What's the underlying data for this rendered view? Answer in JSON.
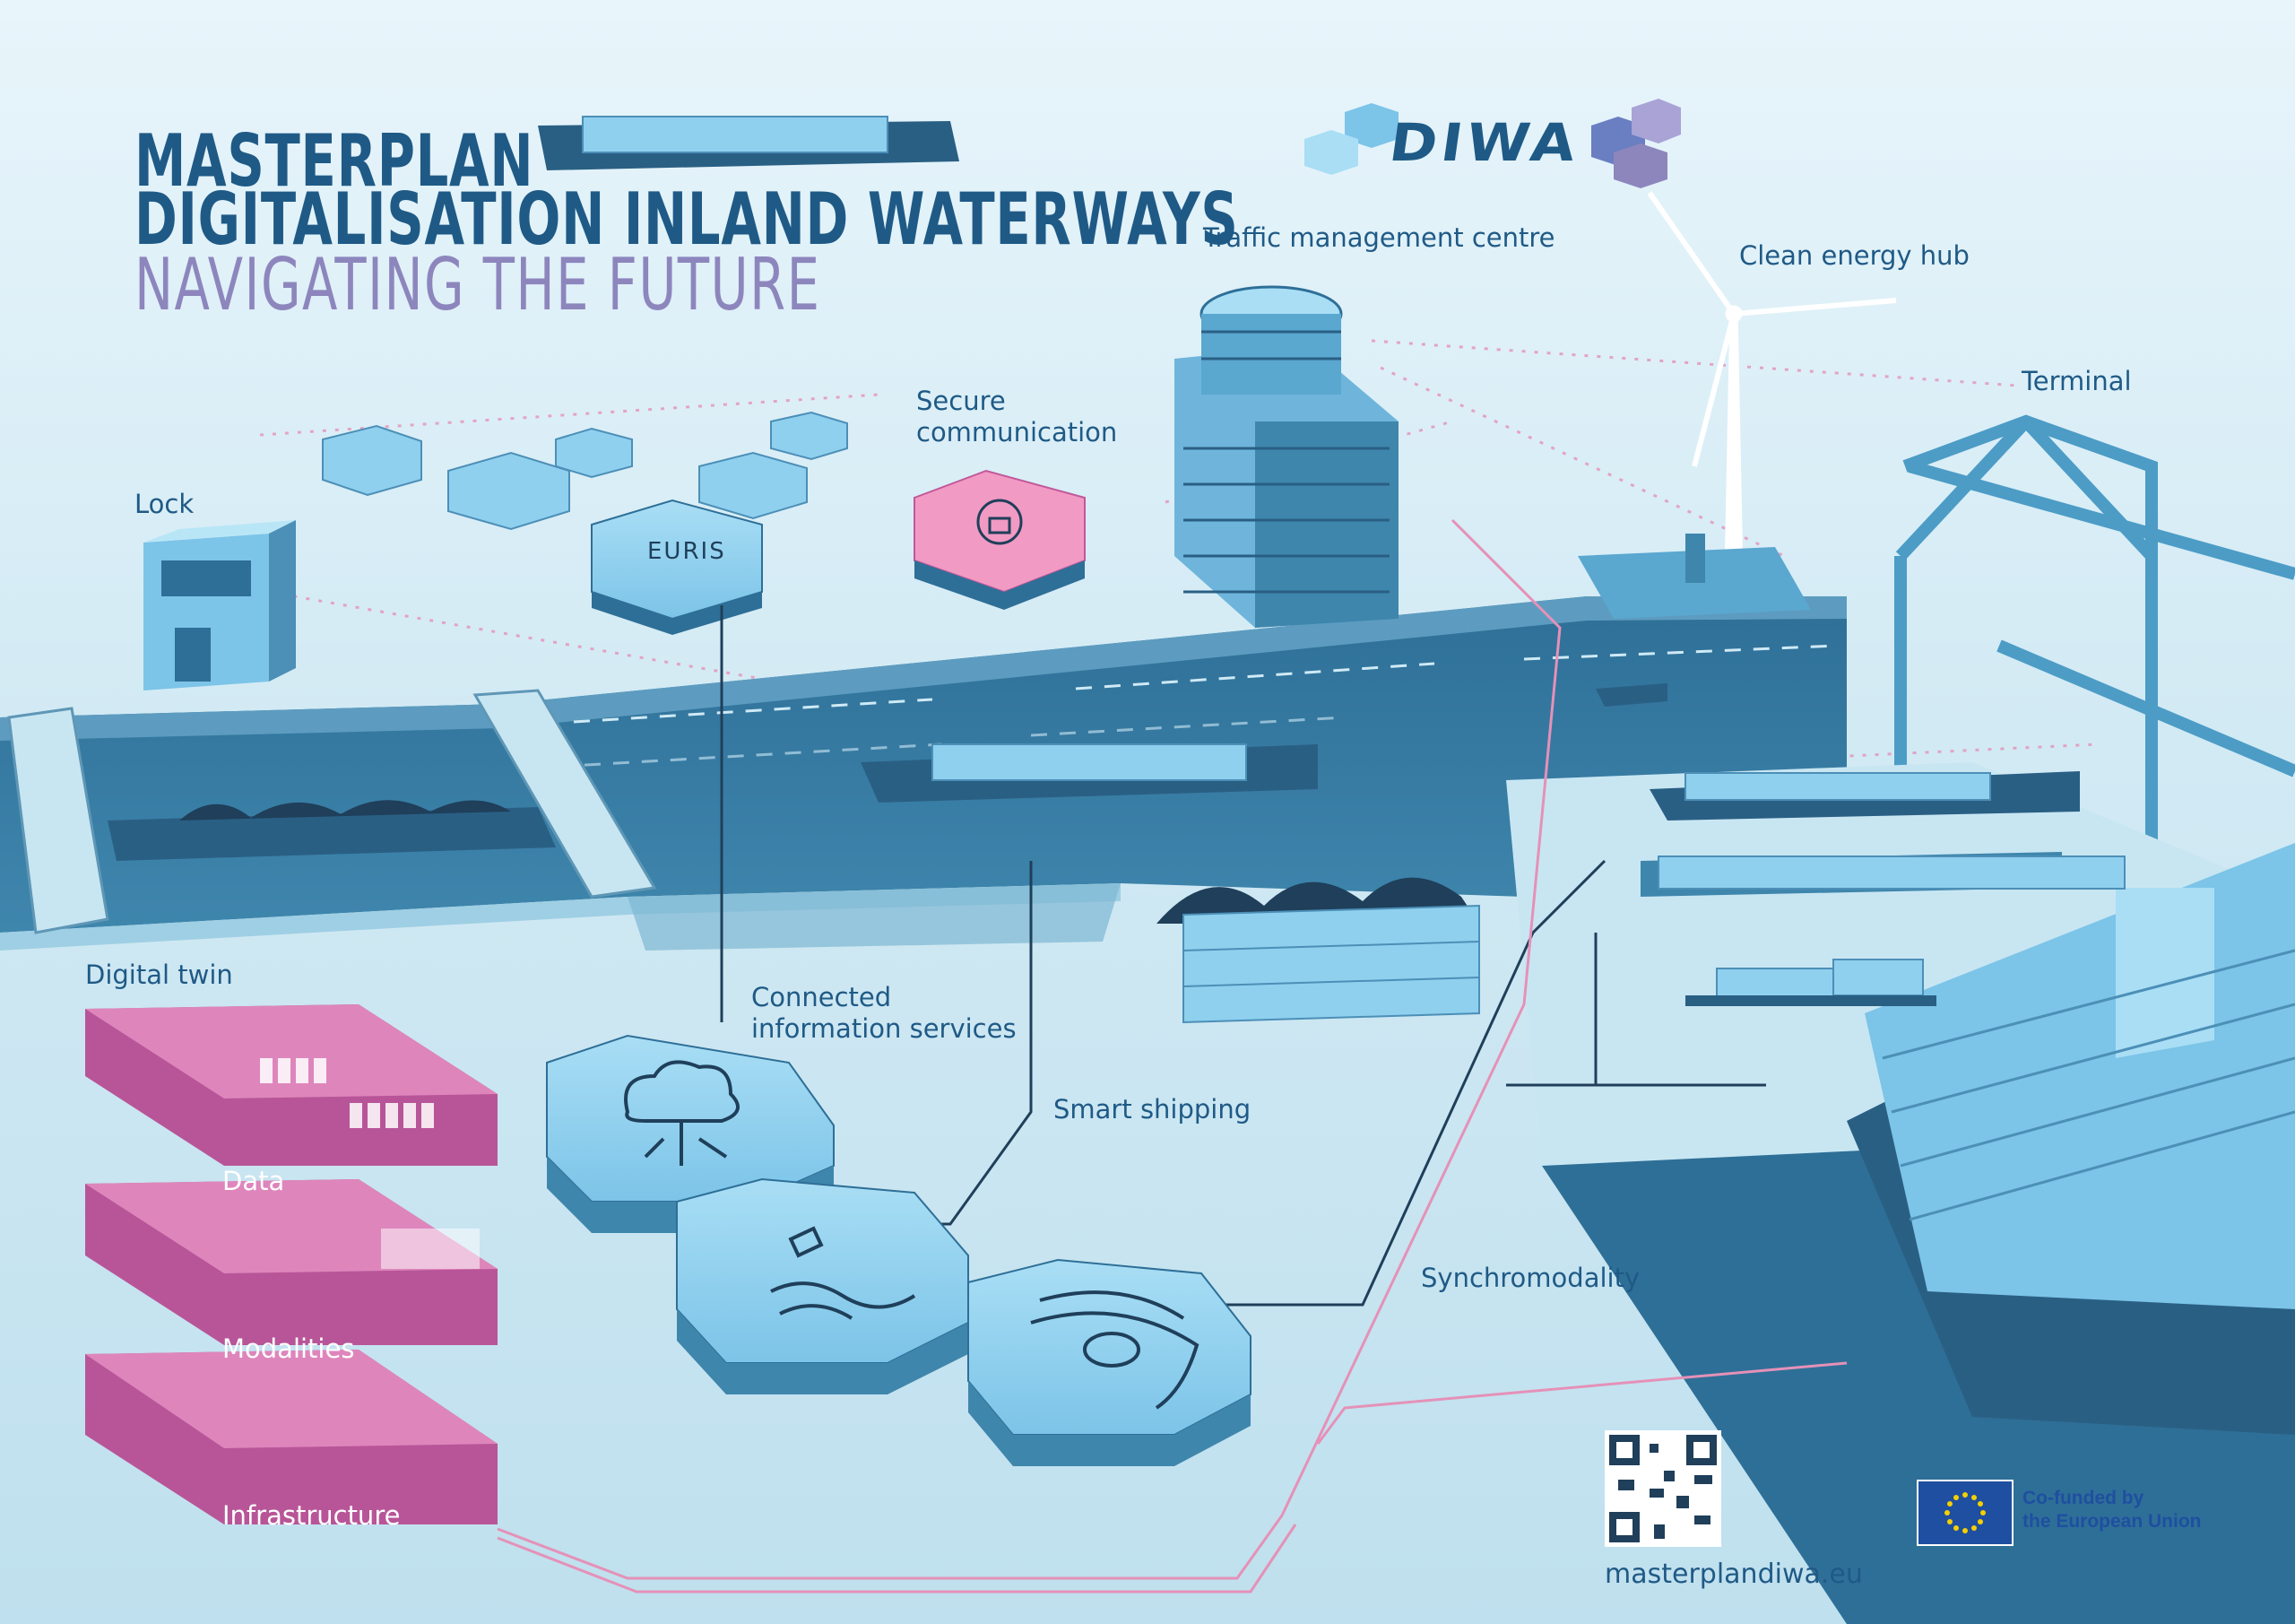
{
  "title": {
    "line1": "MASTERPLAN",
    "line2": "DIGITALISATION INLAND WATERWAYS",
    "line3": "NAVIGATING THE FUTURE"
  },
  "logo": {
    "text": "DIWA",
    "icon": "hexagon-dna-logo-icon"
  },
  "labels": {
    "lock": "Lock",
    "secure_communication_1": "Secure",
    "secure_communication_2": "communication",
    "traffic_management": "Traffic management centre",
    "clean_energy": "Clean energy hub",
    "terminal": "Terminal",
    "digital_twin": "Digital twin",
    "connected_info_1": "Connected",
    "connected_info_2": "information services",
    "smart_shipping": "Smart shipping",
    "synchromodality": "Synchromodality"
  },
  "euris": {
    "text": "EURIS"
  },
  "digital_twin_layers": [
    {
      "label": "Data"
    },
    {
      "label": "Modalities"
    },
    {
      "label": "Infrastructure"
    }
  ],
  "footer": {
    "url": "masterplandiwa.eu",
    "eu_line1": "Co-funded by",
    "eu_line2": "the European Union",
    "qr_icon": "qr-code-icon"
  },
  "colors": {
    "navy": "#1f5a86",
    "purple": "#8d86bd",
    "pink": "#c1589a",
    "light_blue": "#8fd0ef",
    "water": "#3b7ea6",
    "eu_blue": "#1f4fa0"
  }
}
